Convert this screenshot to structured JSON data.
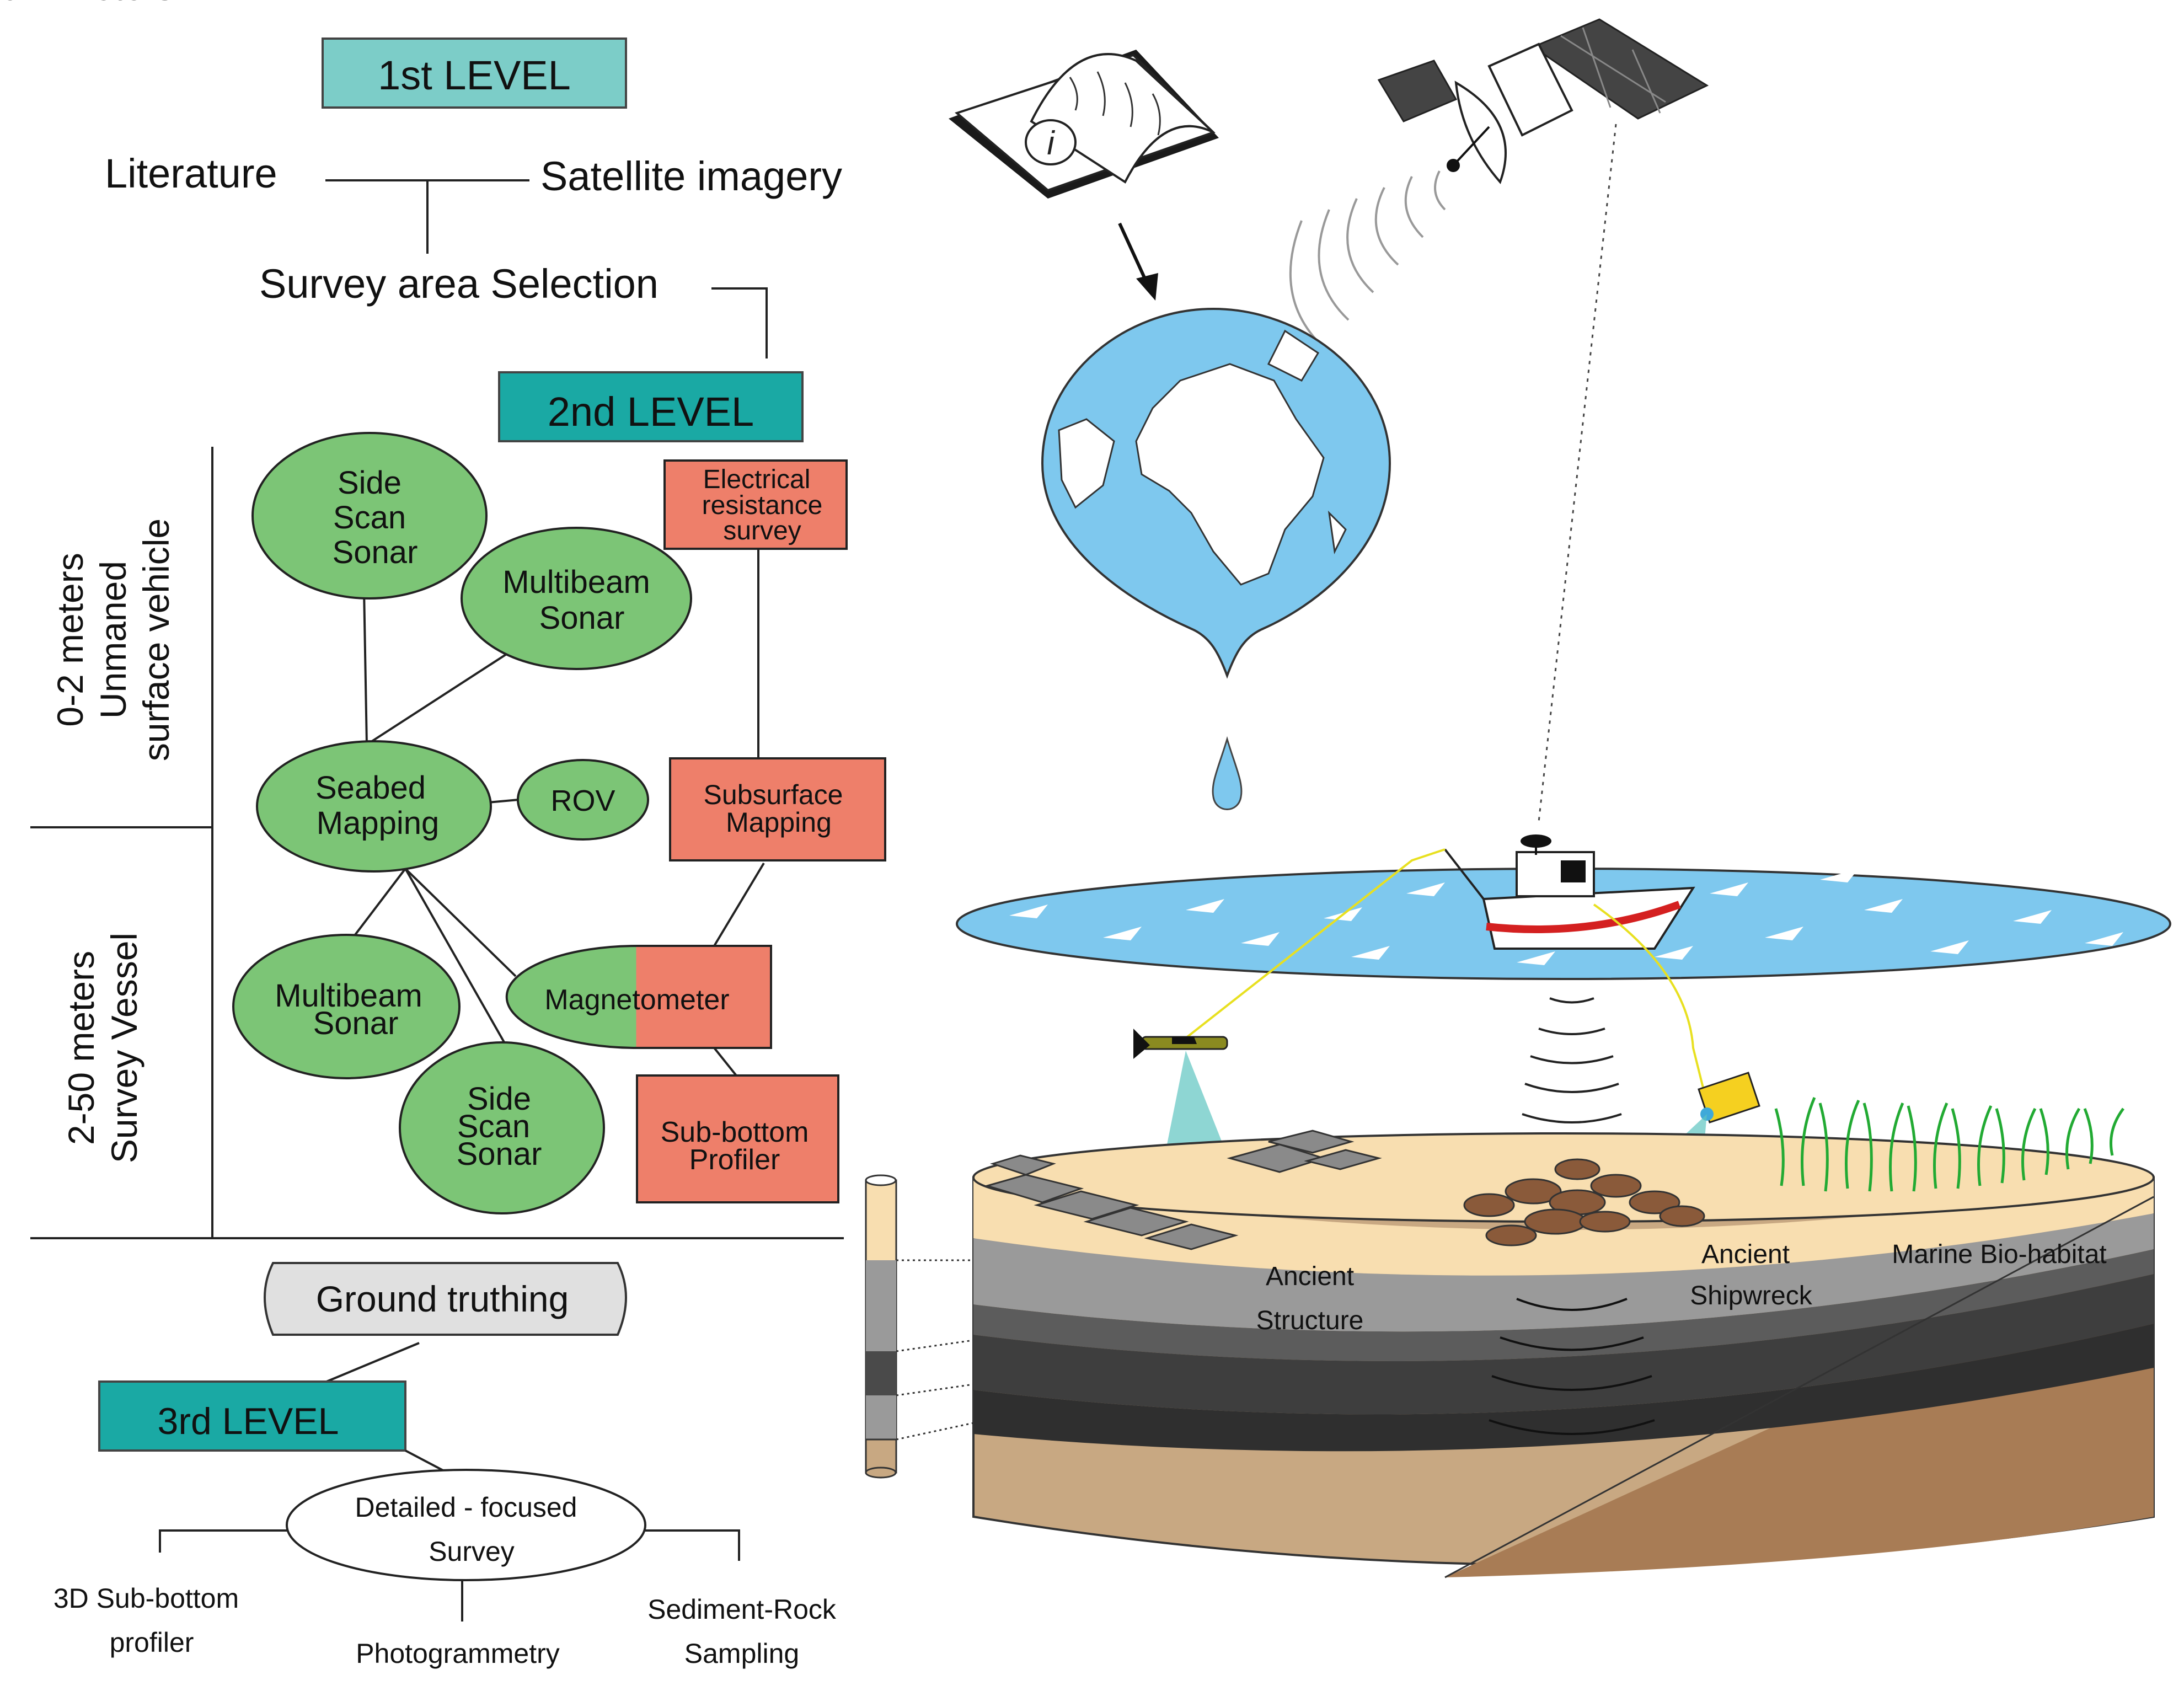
{
  "level1": {
    "label": "1st LEVEL",
    "literature": "Literature",
    "satellite_imagery": "Satellite imagery",
    "survey_area": "Survey area Selection"
  },
  "level2": {
    "label": "2nd LEVEL",
    "depth_shallow": [
      "0-2 meters",
      "Unmaned",
      "surface vehicle"
    ],
    "depth_deep": [
      "2-50 meters",
      "Survey Vessel"
    ],
    "side_scan_sonar": [
      "Side",
      "Scan",
      "Sonar"
    ],
    "multibeam_sonar": [
      "Multibeam",
      "Sonar"
    ],
    "seabed_mapping": [
      "Seabed",
      "Mapping"
    ],
    "rov": "ROV",
    "electrical_resistance": [
      "Electrical",
      "resistance",
      "survey"
    ],
    "subsurface_mapping": [
      "Subsurface",
      "Mapping"
    ],
    "multibeam_sonar_2": [
      "Multibeam",
      "Sonar"
    ],
    "side_scan_sonar_2": [
      "Side",
      "Scan",
      "Sonar"
    ],
    "magnetometer": "Magnetometer",
    "sub_bottom_profiler": [
      "Sub-bottom",
      "Profiler"
    ]
  },
  "ground_truthing": "Ground truthing",
  "level3": {
    "label": "3rd LEVEL",
    "detailed_survey": [
      "Detailed - focused",
      "Survey"
    ],
    "sub_bottom_3d": [
      "3D Sub-bottom",
      "profiler"
    ],
    "photogrammetry": "Photogrammetry",
    "sediment_rock": [
      "Sediment-Rock",
      "Sampling"
    ]
  },
  "scene": {
    "ancient_structure": [
      "Ancient",
      "Structure"
    ],
    "ancient_shipwreck": [
      "Ancient",
      "Shipwreck"
    ],
    "marine_biohabitat": "Marine Bio-habitat",
    "info_symbol": "i"
  },
  "colors": {
    "teal_light": "#7ccdc8",
    "teal_dark": "#1aa9a4",
    "green": "#7cc576",
    "salmon": "#ee7f6a",
    "water": "#7ec8ee",
    "sand": "#f8deb0",
    "soil": "#a87c55"
  }
}
